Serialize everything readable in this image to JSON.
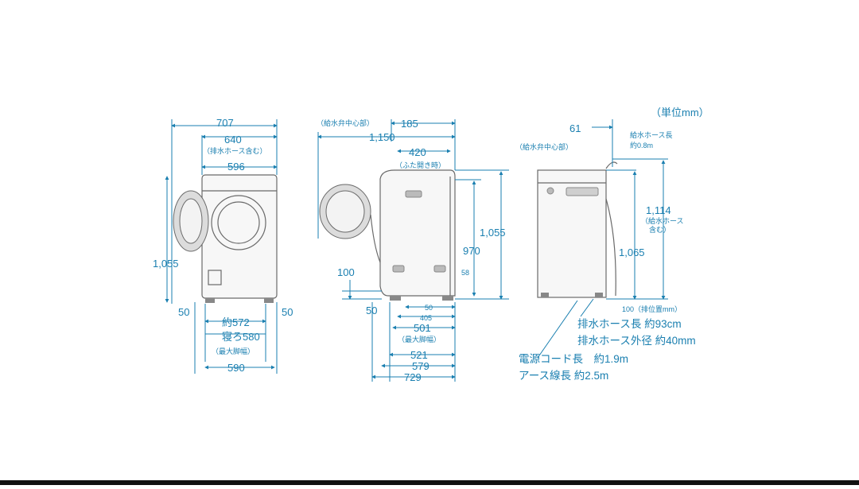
{
  "unit_label": "（単位mm）",
  "front_view": {
    "width_overall": "707",
    "width_hose_total": "640",
    "hose_total_label": "（排水ホース含む）",
    "width_body": "596",
    "height_label": "1,055",
    "foot_left": "50",
    "foot_right": "50",
    "approx_width": "約572",
    "closure_label": "寝ろ580",
    "max_width_label": "（最大脚幅）",
    "bottom_width": "590"
  },
  "side_view": {
    "drain_center_label": "（給水弁中心部）",
    "top_offset": "185",
    "depth_overall": "1,150",
    "door_depth": "420",
    "door_label": "（ふた開き時）",
    "height_1055": "1,055",
    "height_970": "970",
    "height_100": "100",
    "height_58": "58",
    "foot_50": "50",
    "dim_50": "50",
    "dim_405": "405",
    "dim_501": "501",
    "max_depth_label": "（最大脚幅）",
    "dim_521": "521",
    "dim_579": "579",
    "dim_729": "729"
  },
  "back_view": {
    "drain_center_label": "（給水弁中心部）",
    "dim_61": "61",
    "hose_len_label": "給水ホース長",
    "hose_len_value": "約0.8m",
    "height_1114": "1,114",
    "height_1114_note1": "（給水ホース",
    "height_1114_note2": "含む）",
    "height_1065": "1,065",
    "drain_pos_label": "100（排位置mm）",
    "drain_hose_len": "排水ホース長 約93cm",
    "drain_hose_dia": "排水ホース外径 約40mm",
    "power_cord": "電源コード長　約1.9m",
    "earth_wire": "アース線長 約2.5m"
  }
}
